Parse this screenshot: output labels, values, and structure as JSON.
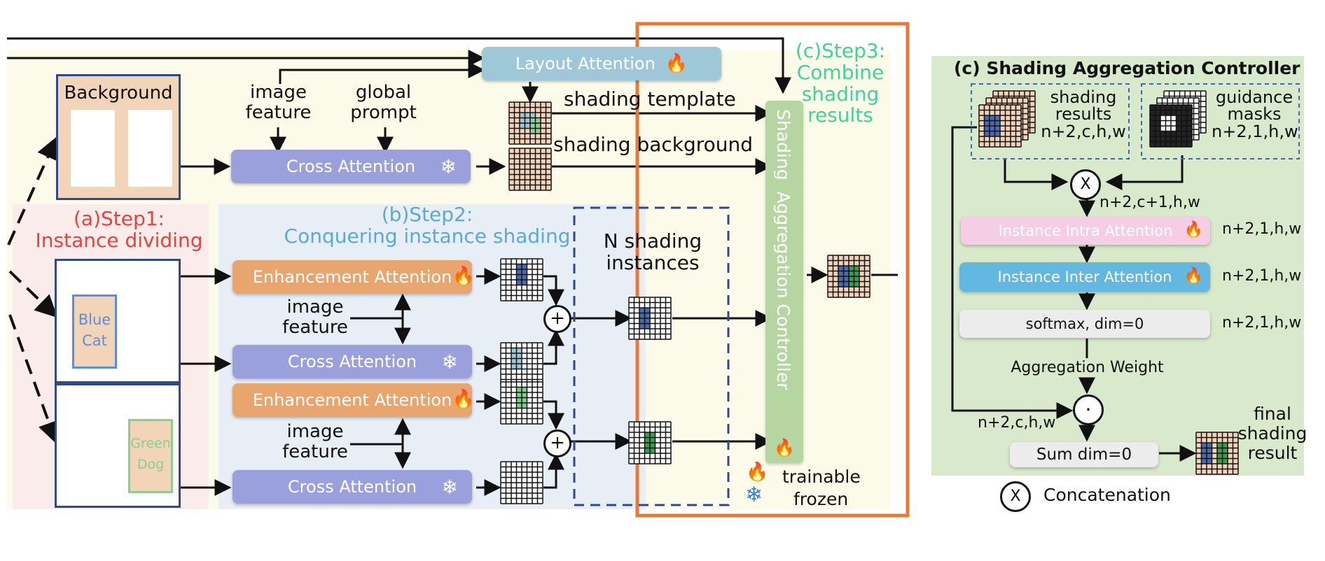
{
  "main": {
    "step1": {
      "title_line1": "(a)Step1:",
      "title_line2": "Instance dividing"
    },
    "step2": {
      "title_line1": "(b)Step2:",
      "title_line2": "Conquering instance shading"
    },
    "step3": {
      "title_line1": "(c)Step3:",
      "title_line2": "Combine",
      "title_line3": "shading",
      "title_line4": "results"
    },
    "background_label": "Background",
    "blue_cat": {
      "line1": "Blue",
      "line2": "Cat"
    },
    "green_dog": {
      "line1": "Green",
      "line2": "Dog"
    },
    "image_feature": {
      "line1": "image",
      "line2": "feature"
    },
    "global_prompt": {
      "line1": "global",
      "line2": "prompt"
    },
    "layout_attention": "Layout Attention",
    "cross_attention": "Cross Attention",
    "enhancement_attention": "Enhancement Attention",
    "shading_template": "shading template",
    "shading_background": "shading background",
    "n_shading_instances": {
      "line1": "N shading",
      "line2": "instances"
    },
    "controller": "Shading  Aggregation Controller",
    "legend": {
      "trainable": "trainable",
      "frozen": "frozen"
    }
  },
  "panel": {
    "title": "(c) Shading Aggregation Controller",
    "shading_results": {
      "line1": "shading",
      "line2": "results",
      "line3": "n+2,c,h,w"
    },
    "guidance_masks": {
      "line1": "guidance",
      "line2": "masks",
      "line3": "n+2,1,h,w"
    },
    "concat_symbol": "X",
    "dim_concat": "n+2,c+1,h,w",
    "intra_attention": "Instance Intra Attention",
    "inter_attention": "Instance Inter Attention",
    "softmax": "softmax, dim=0",
    "dim_intra": "n+2,1,h,w",
    "dim_inter": "n+2,1,h,w",
    "dim_softmax": "n+2,1,h,w",
    "aggregation_weight": "Aggregation Weight",
    "dot_symbol": "·",
    "dim_left": "n+2,c,h,w",
    "sum": "Sum dim=0",
    "final": {
      "line1": "final",
      "line2": "shading",
      "line3": "result"
    },
    "concat_legend": "Concatenation"
  },
  "colors": {
    "step1": "#e8423b",
    "step2": "#5aa9d6",
    "step3": "#3dd49a",
    "orange_frame": "#e87934",
    "cross_attention": "#9aa0dc",
    "enhancement_attention": "#e8a56e",
    "layout_attention": "#9ec8d8",
    "controller": "#b5d6a0",
    "panel_bg": "#d8e9cc",
    "intra": "#f5cde4",
    "inter": "#62b8e0",
    "grid_fill": "#f2d2b6",
    "grid_blue": "#4a6bb0",
    "grid_green": "#3a9e52"
  }
}
